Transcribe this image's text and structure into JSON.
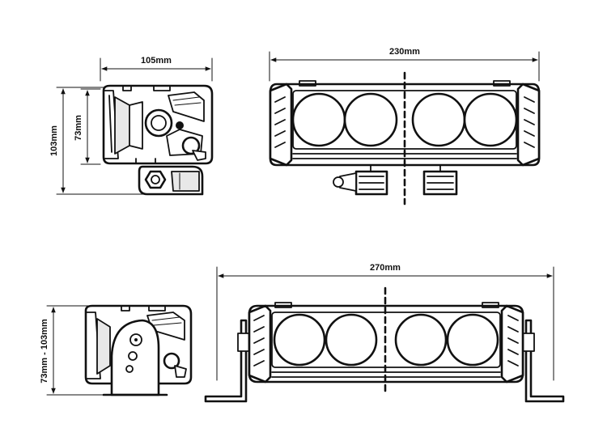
{
  "dimensions": {
    "width_side_top": "105mm",
    "height_side_top_outer": "103mm",
    "height_side_top_inner": "73mm",
    "width_front_top": "230mm",
    "width_front_bottom": "270mm",
    "height_side_bottom": "73mm - 103mm"
  },
  "colors": {
    "line": "#111111",
    "background": "#ffffff",
    "accent_fill": "#e8e8e8"
  }
}
